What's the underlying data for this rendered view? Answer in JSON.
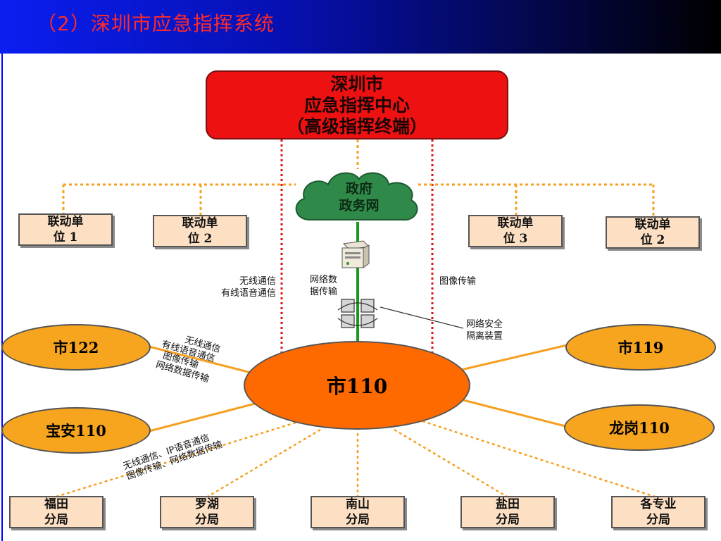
{
  "header": {
    "title": "（2）深圳市应急指挥系统"
  },
  "center_box": {
    "line1": "深圳市",
    "line2": "应急指挥中心",
    "line3": "（高级指挥终端）"
  },
  "cloud": {
    "line1": "政府",
    "line2": "政务网"
  },
  "linkage_units": [
    {
      "line1": "联动单",
      "line2": "位 1"
    },
    {
      "line1": "联动单",
      "line2": "位 2"
    },
    {
      "line1": "联动单",
      "line2": "位 3"
    },
    {
      "line1": "联动单",
      "line2": "位 2"
    }
  ],
  "labels": {
    "wireless_left_1": "无线通信",
    "wireless_left_2": "有线语音通信",
    "net_data_1": "网络数",
    "net_data_2": "据传输",
    "image_trans": "图像传输",
    "security_1": "网络安全",
    "security_2": "隔离装置"
  },
  "hub": {
    "label": "市110"
  },
  "ellipses": {
    "left_top": "市122",
    "left_bottom": "宝安110",
    "right_top": "市119",
    "right_bottom": "龙岗110"
  },
  "diag_label_1": {
    "l1": "无线通信",
    "l2": "有线语音通信",
    "l3": "图像传输",
    "l4": "网络数据传输"
  },
  "diag_label_2": {
    "l1": "无线通信、IP语音通信",
    "l2": "图像传输、网络数据传输"
  },
  "branches": [
    {
      "line1": "福田",
      "line2": "分局"
    },
    {
      "line1": "罗湖",
      "line2": "分局"
    },
    {
      "line1": "南山",
      "line2": "分局"
    },
    {
      "line1": "盐田",
      "line2": "分局"
    },
    {
      "line1": "各专业",
      "line2": "分局"
    }
  ],
  "colors": {
    "header_start": "#0a1ef0",
    "title_red": "#ff2a2a",
    "command_red": "#ee1111",
    "hub_orange": "#ff6a00",
    "ellipse_orange": "#f7a51f",
    "cloud_green": "#2f8a4a",
    "link_green": "#1a9a1a",
    "dotted_red": "#e01010",
    "dashed_orange": "#f5a020",
    "box_fill": "#fde0c4"
  },
  "icons": [
    "server-icon",
    "firewall-icon",
    "cloud-icon"
  ]
}
